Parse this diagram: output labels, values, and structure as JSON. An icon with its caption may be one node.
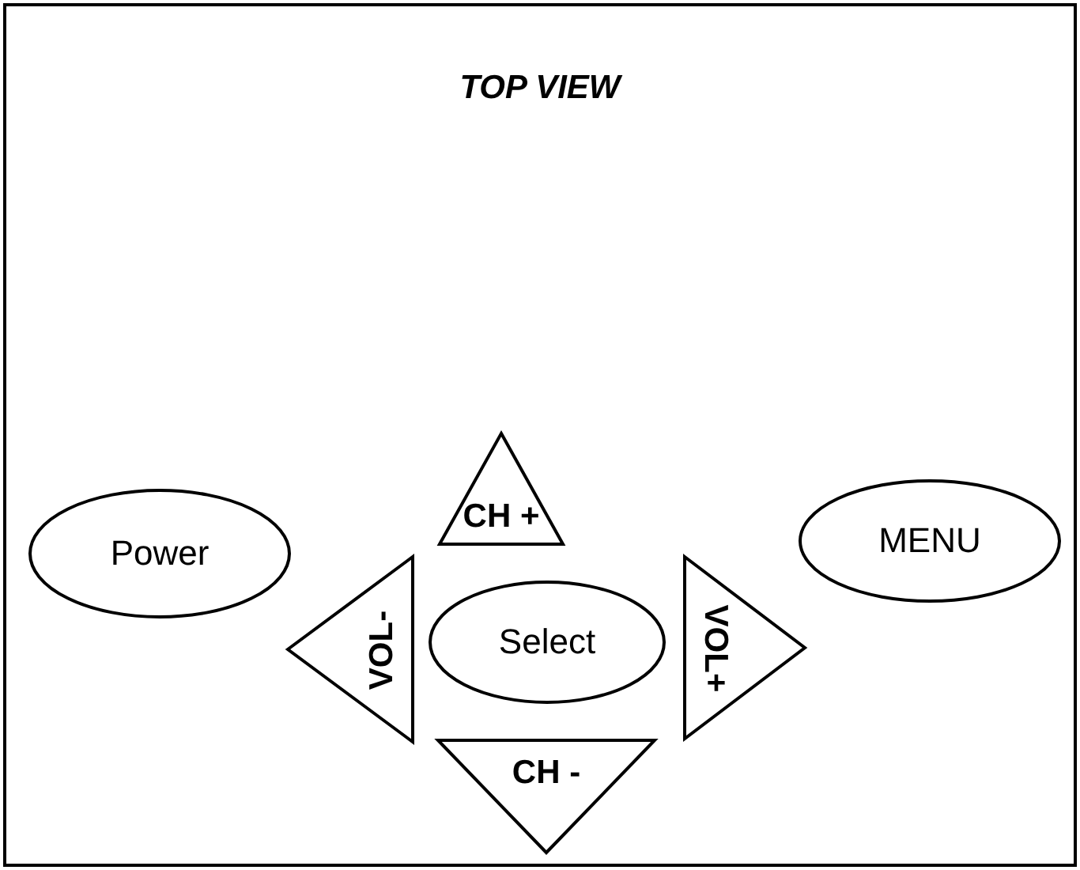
{
  "diagram": {
    "title": "TOP VIEW",
    "nodes": [
      {
        "text": [
          "Power"
        ]
      },
      {
        "text": [
          "CH +"
        ]
      },
      {
        "text": [
          "MENU"
        ]
      },
      {
        "text": [
          "VOL-"
        ]
      },
      {
        "text": [
          "Select"
        ]
      },
      {
        "text": [
          "VOL+"
        ]
      },
      {
        "text": [
          "CH -"
        ]
      }
    ]
  }
}
